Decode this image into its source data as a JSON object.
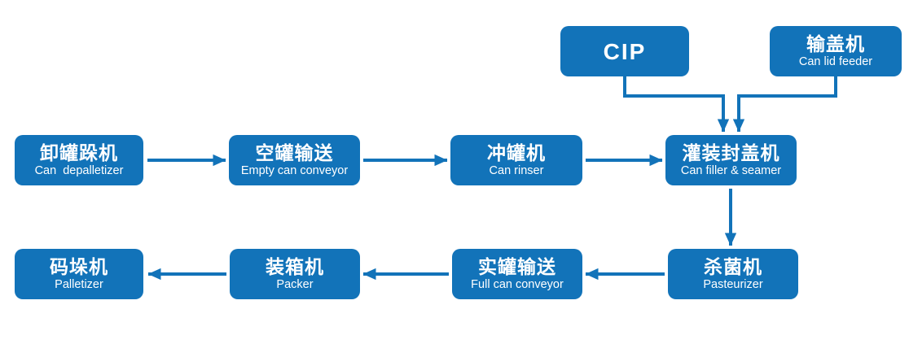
{
  "diagram": {
    "type": "process-flow",
    "description": "Canning line process flowchart"
  },
  "colors": {
    "node_fill": "#1273b9",
    "node_text": "#ffffff",
    "arrow": "#1273b9",
    "background": "#ffffff"
  },
  "nodes": {
    "cip": {
      "title": "CIP"
    },
    "can_lid_feeder": {
      "title": "输盖机",
      "subtitle": "Can lid feeder"
    },
    "can_depalletizer": {
      "title": "卸罐跺机",
      "subtitle": "Can  depalletizer"
    },
    "empty_can_conveyor": {
      "title": "空罐输送",
      "subtitle": "Empty can conveyor"
    },
    "can_rinser": {
      "title": "冲罐机",
      "subtitle": "Can rinser"
    },
    "can_filler_seamer": {
      "title": "灌装封盖机",
      "subtitle": "Can filler & seamer"
    },
    "pasteurizer": {
      "title": "杀菌机",
      "subtitle": "Pasteurizer"
    },
    "full_can_conveyor": {
      "title": "实罐输送",
      "subtitle": "Full can conveyor"
    },
    "packer": {
      "title": "装箱机",
      "subtitle": "Packer"
    },
    "palletizer": {
      "title": "码垛机",
      "subtitle": "Palletizer"
    }
  },
  "edges": [
    {
      "from": "can_depalletizer",
      "to": "empty_can_conveyor"
    },
    {
      "from": "empty_can_conveyor",
      "to": "can_rinser"
    },
    {
      "from": "can_rinser",
      "to": "can_filler_seamer"
    },
    {
      "from": "cip",
      "to": "can_filler_seamer"
    },
    {
      "from": "can_lid_feeder",
      "to": "can_filler_seamer"
    },
    {
      "from": "can_filler_seamer",
      "to": "pasteurizer"
    },
    {
      "from": "pasteurizer",
      "to": "full_can_conveyor"
    },
    {
      "from": "full_can_conveyor",
      "to": "packer"
    },
    {
      "from": "packer",
      "to": "palletizer"
    }
  ]
}
